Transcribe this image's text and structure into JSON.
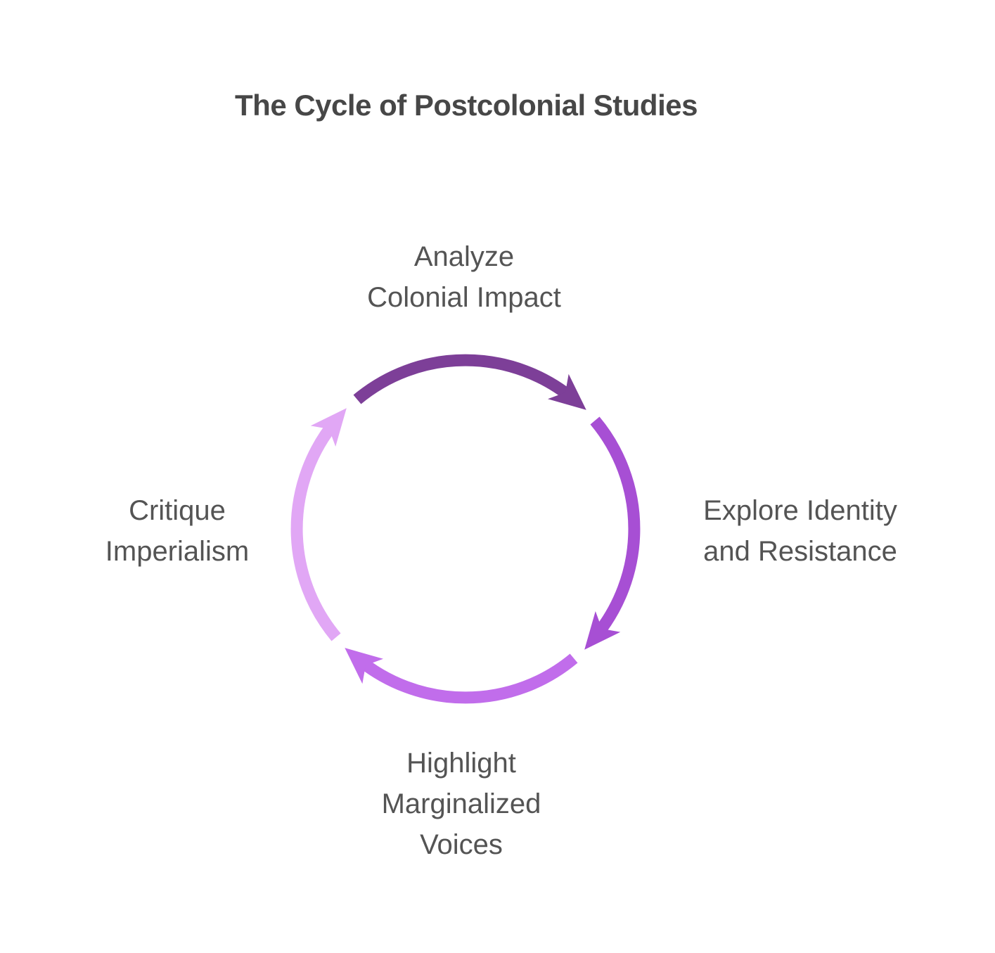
{
  "title": "The Cycle of Postcolonial Studies",
  "diagram": {
    "type": "cycle",
    "direction": "clockwise"
  },
  "steps": [
    {
      "name": "Analyze Colonial Impact",
      "label": "Analyze\nColonial Impact",
      "arc_color": "#7d3f98",
      "position": "top"
    },
    {
      "name": "Explore Identity and Resistance",
      "label": "Explore Identity\nand Resistance",
      "arc_color": "#a74fd4",
      "position": "right"
    },
    {
      "name": "Highlight Marginalized Voices",
      "label": "Highlight\nMarginalized\nVoices",
      "arc_color": "#c16deb",
      "position": "bottom"
    },
    {
      "name": "Critique Imperialism",
      "label": "Critique\nImperialism",
      "arc_color": "#e1a7f5",
      "position": "left"
    }
  ],
  "colors": {
    "title_text": "#474747",
    "label_text": "#545454",
    "background": "#ffffff"
  }
}
